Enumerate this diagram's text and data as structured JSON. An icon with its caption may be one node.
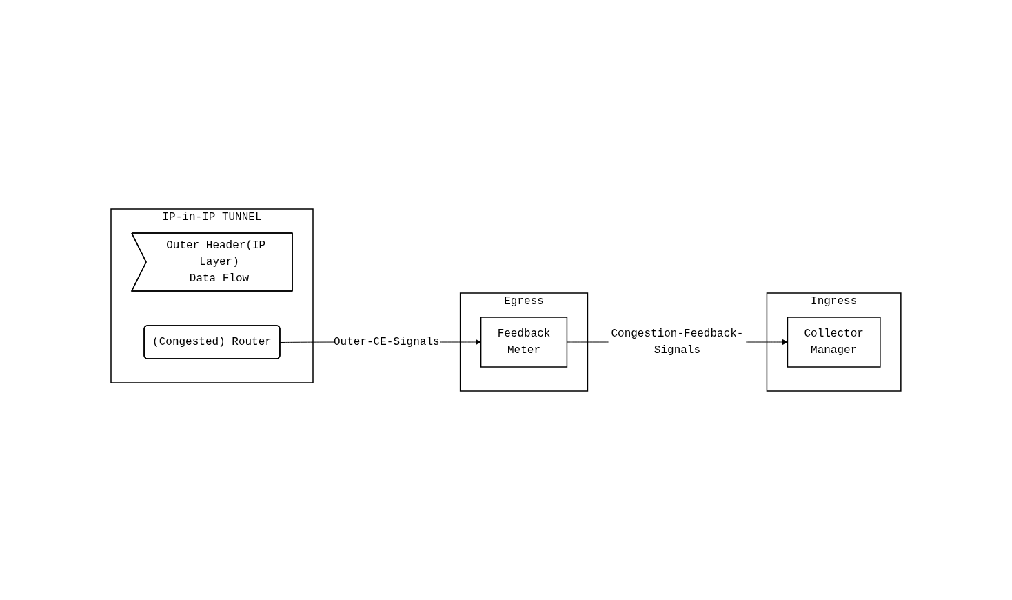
{
  "diagram": {
    "nodes": [
      {
        "text": [
          "Ingress"
        ]
      },
      {
        "text": [
          "Collector",
          "Manager"
        ],
        "in": 0
      },
      {
        "text": [
          "IP-in-IP TUNNEL"
        ]
      },
      {
        "text": [
          "Outer Header(IP Layer)",
          "Data Flow"
        ],
        "in": 2
      },
      {
        "text": [
          "(Congested) Router"
        ],
        "in": 2
      },
      {
        "text": [
          "Egress"
        ]
      },
      {
        "text": [
          "Feedback",
          "Meter"
        ],
        "in": 5
      }
    ],
    "edges": [
      {
        "from": 4,
        "to": 6,
        "label": "Outer-CE-Signals",
        "arrow": "to"
      },
      {
        "from": 6,
        "to": 1,
        "label": "Congestion-Feedback-Signals",
        "arrow": "to"
      }
    ]
  }
}
